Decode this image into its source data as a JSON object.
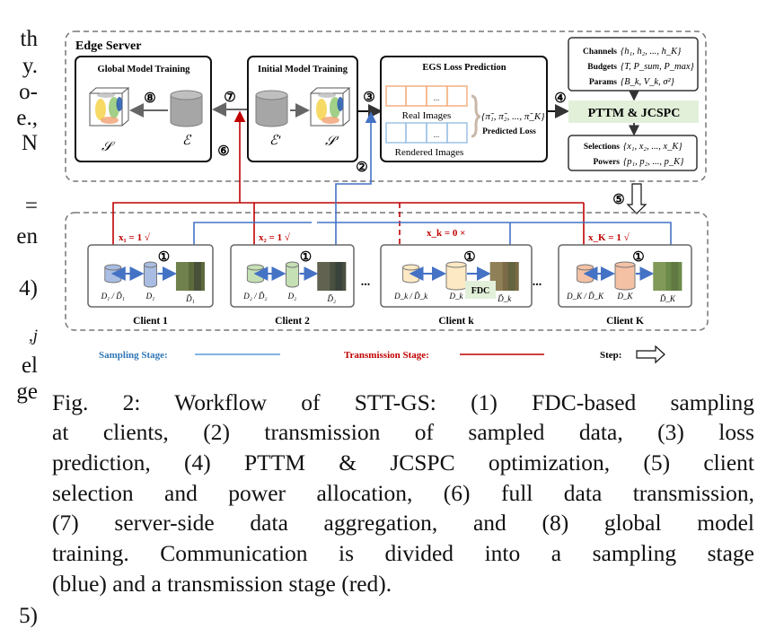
{
  "margin_fragments": [
    "th",
    "y.",
    "o-",
    "e.,",
    "N",
    "=",
    "en",
    "4)",
    ",j",
    "el",
    "ge",
    "5)"
  ],
  "figure": {
    "edge_server_label": "Edge Server",
    "global_training": {
      "title": "Global Model Training",
      "model_symbol": "𝒮",
      "data_symbol": "ℰ"
    },
    "initial_training": {
      "title": "Initial Model Training",
      "data_symbol": "ℰ′",
      "model_symbol": "𝒮′"
    },
    "egs_loss": {
      "title": "EGS Loss Prediction",
      "real_images": "Real Images",
      "rendered_images": "Rendered Images",
      "ellipsis": "...",
      "loss_set": "{π̃₁, π̃₂, ..., π̃_K}",
      "loss_label": "Predicted Loss"
    },
    "params_box": {
      "rows": [
        {
          "label": "Channels",
          "value": "{h₁, h₂, ..., h_K}"
        },
        {
          "label": "Budgets",
          "value": "{T, P_sum, P_max}"
        },
        {
          "label": "Params",
          "value": "{B_k, V_k, σ²}"
        }
      ]
    },
    "optimizer_label": "PTTM & JCSPC",
    "optimizer_color": "#e2f0d9",
    "output_box": {
      "rows": [
        {
          "label": "Selections",
          "value": "{x₁, x₂, ..., x_K}"
        },
        {
          "label": "Powers",
          "value": "{p₁, p₂, ..., p_K}"
        }
      ]
    },
    "steps": [
      "①",
      "②",
      "③",
      "④",
      "⑤",
      "⑥",
      "⑦",
      "⑧"
    ],
    "clients": [
      {
        "name": "Client 1",
        "selection": "x₁ = 1  √",
        "local": "D₁ / D̃₁",
        "full": "D₁",
        "sampled": "D̃₁",
        "color": "#a9bde3"
      },
      {
        "name": "Client 2",
        "selection": "x₂ = 1  √",
        "local": "D₂ / D̃₂",
        "full": "D₂",
        "sampled": "D̃₂",
        "color": "#c5e0b4"
      },
      {
        "name": "Client k",
        "selection": "x_k = 0  ×",
        "local": "D_k / D̃_k",
        "full": "D_k",
        "sampled": "D̃_k",
        "color": "#fde9c3",
        "fdc_label": "FDC"
      },
      {
        "name": "Client K",
        "selection": "x_K = 1  √",
        "local": "D_K / D̃_K",
        "full": "D_K",
        "sampled": "D̃_K",
        "color": "#f4c1a5"
      }
    ],
    "client_ellipsis": "...",
    "legend": {
      "sampling": "Sampling Stage:",
      "transmission": "Transmission Stage:",
      "step": "Step:"
    },
    "colors": {
      "sampling": "#4472c4",
      "transmission": "#c00000",
      "sampling_label": "#2e75b6"
    }
  },
  "caption_lines": [
    "Fig. 2: Workflow of STT-GS: (1) FDC-based sampling",
    "at clients, (2) transmission of sampled data, (3) loss",
    "prediction, (4) PTTM & JCSPC optimization, (5) client",
    "selection and power allocation, (6) full data transmission,",
    "(7) server-side data aggregation, and (8) global model",
    "training. Communication is divided into a sampling stage",
    "(blue) and a transmission stage (red)."
  ]
}
